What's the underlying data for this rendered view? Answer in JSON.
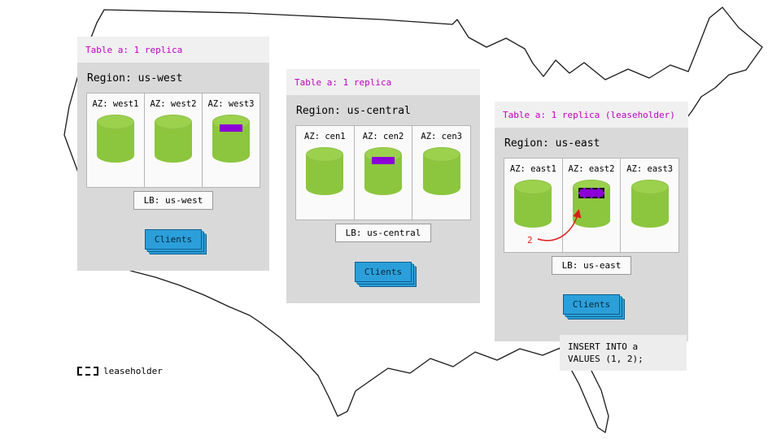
{
  "legend": {
    "label": "leaseholder"
  },
  "sql_note": {
    "line1": "INSERT INTO a",
    "line2": "VALUES (1, 2);"
  },
  "panels": [
    {
      "id": "us-west",
      "table_label": "Table a: 1 replica",
      "region_label": "Region: us-west",
      "azs": [
        {
          "label": "AZ: west1",
          "replica": false
        },
        {
          "label": "AZ: west2",
          "replica": false
        },
        {
          "label": "AZ: west3",
          "replica": true
        }
      ],
      "lb_label": "LB: us-west",
      "clients_label": "Clients"
    },
    {
      "id": "us-central",
      "table_label": "Table a: 1 replica",
      "region_label": "Region: us-central",
      "azs": [
        {
          "label": "AZ: cen1",
          "replica": false
        },
        {
          "label": "AZ: cen2",
          "replica": true
        },
        {
          "label": "AZ: cen3",
          "replica": false
        }
      ],
      "lb_label": "LB: us-central",
      "clients_label": "Clients"
    },
    {
      "id": "us-east",
      "table_label": "Table a: 1 replica (leaseholder)",
      "region_label": "Region: us-east",
      "azs": [
        {
          "label": "AZ: east1",
          "replica": false
        },
        {
          "label": "AZ: east2",
          "replica": true,
          "leaseholder": true
        },
        {
          "label": "AZ: east3",
          "replica": false
        }
      ],
      "lb_label": "LB: us-east",
      "clients_label": "Clients",
      "step_label": "2"
    }
  ],
  "colors": {
    "green": "#8cc63e",
    "green_light": "#9bd14d",
    "purple": "#8b00d6",
    "blue": "#2b9fd9",
    "blue_dark": "#0f5e8e",
    "magenta": "#bf00bf",
    "red": "#e01b1b",
    "panel_gray": "#d9d9d9",
    "strip_gray": "#f0f0f0",
    "az_bg": "#fafafa"
  }
}
